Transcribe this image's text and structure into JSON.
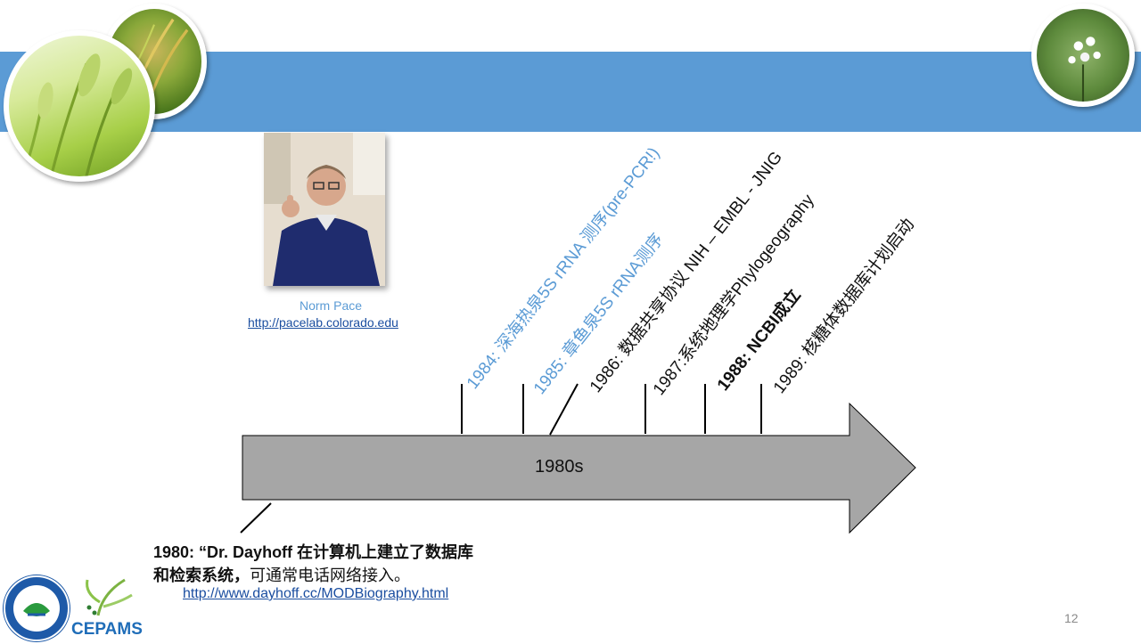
{
  "slide": {
    "photo_caption": "Norm Pace",
    "photo_link": "http://pacelab.colorado.edu",
    "timeline_events": [
      {
        "text": "1984: 深海热泉5S rRNA 测序(pre-PCR!)"
      },
      {
        "text": "1985: 章鱼泉5S rRNA测序"
      },
      {
        "text": "1986: 数据共享协议 NIH – EMBL - JNIG"
      },
      {
        "text": "1987:系统地理学Phylogeography"
      },
      {
        "text": "1988: NCBI成立"
      },
      {
        "text": "1989: 核糖体数据库计划启动"
      }
    ],
    "arrow_label": "1980s",
    "note_line1": "1980: “Dr. Dayhoff 在计算机上建立了数据库",
    "note_line2_bold": "和检索系统，",
    "note_line2_rest": "可通常电话网络接入。",
    "note_link": "http://www.dayhoff.cc/MODBiography.html",
    "logo_text": "CEPAMS",
    "slide_number": "12"
  },
  "colors": {
    "band": "#5b9bd5",
    "highlight_text": "#5b9bd5",
    "arrow_fill": "#a6a6a6",
    "link": "#1b4ea0"
  }
}
